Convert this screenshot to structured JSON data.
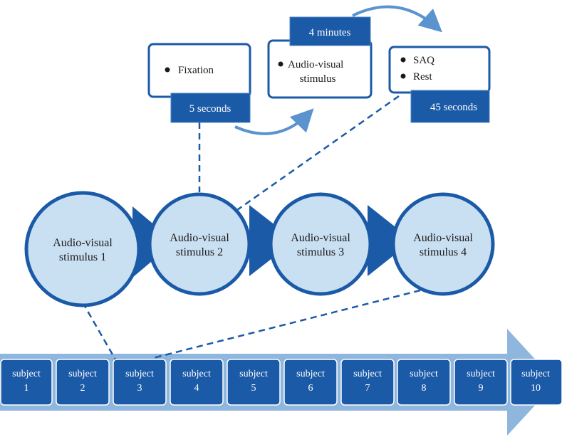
{
  "stages": {
    "fixation": {
      "items": [
        "Fixation"
      ],
      "duration": "5 seconds"
    },
    "stimulus": {
      "lines": [
        "Audio-visual",
        "stimulus"
      ],
      "duration": "4 minutes"
    },
    "response": {
      "items": [
        "SAQ",
        "Rest"
      ],
      "duration": "45 seconds"
    }
  },
  "stimuli": [
    {
      "line1": "Audio-visual",
      "line2": "stimulus 1"
    },
    {
      "line1": "Audio-visual",
      "line2": "stimulus 2"
    },
    {
      "line1": "Audio-visual",
      "line2": "stimulus 3"
    },
    {
      "line1": "Audio-visual",
      "line2": "stimulus 4"
    }
  ],
  "subjects": [
    {
      "line1": "subject",
      "line2": "1"
    },
    {
      "line1": "subject",
      "line2": "2"
    },
    {
      "line1": "subject",
      "line2": "3"
    },
    {
      "line1": "subject",
      "line2": "4"
    },
    {
      "line1": "subject",
      "line2": "5"
    },
    {
      "line1": "subject",
      "line2": "6"
    },
    {
      "line1": "subject",
      "line2": "7"
    },
    {
      "line1": "subject",
      "line2": "8"
    },
    {
      "line1": "subject",
      "line2": "9"
    },
    {
      "line1": "subject",
      "line2": "10"
    }
  ],
  "colors": {
    "dark_blue": "#1b5aa7",
    "light_blue": "#c9dff2",
    "arrow_blue": "#8fb6dc",
    "curve_blue": "#5b93cf"
  }
}
